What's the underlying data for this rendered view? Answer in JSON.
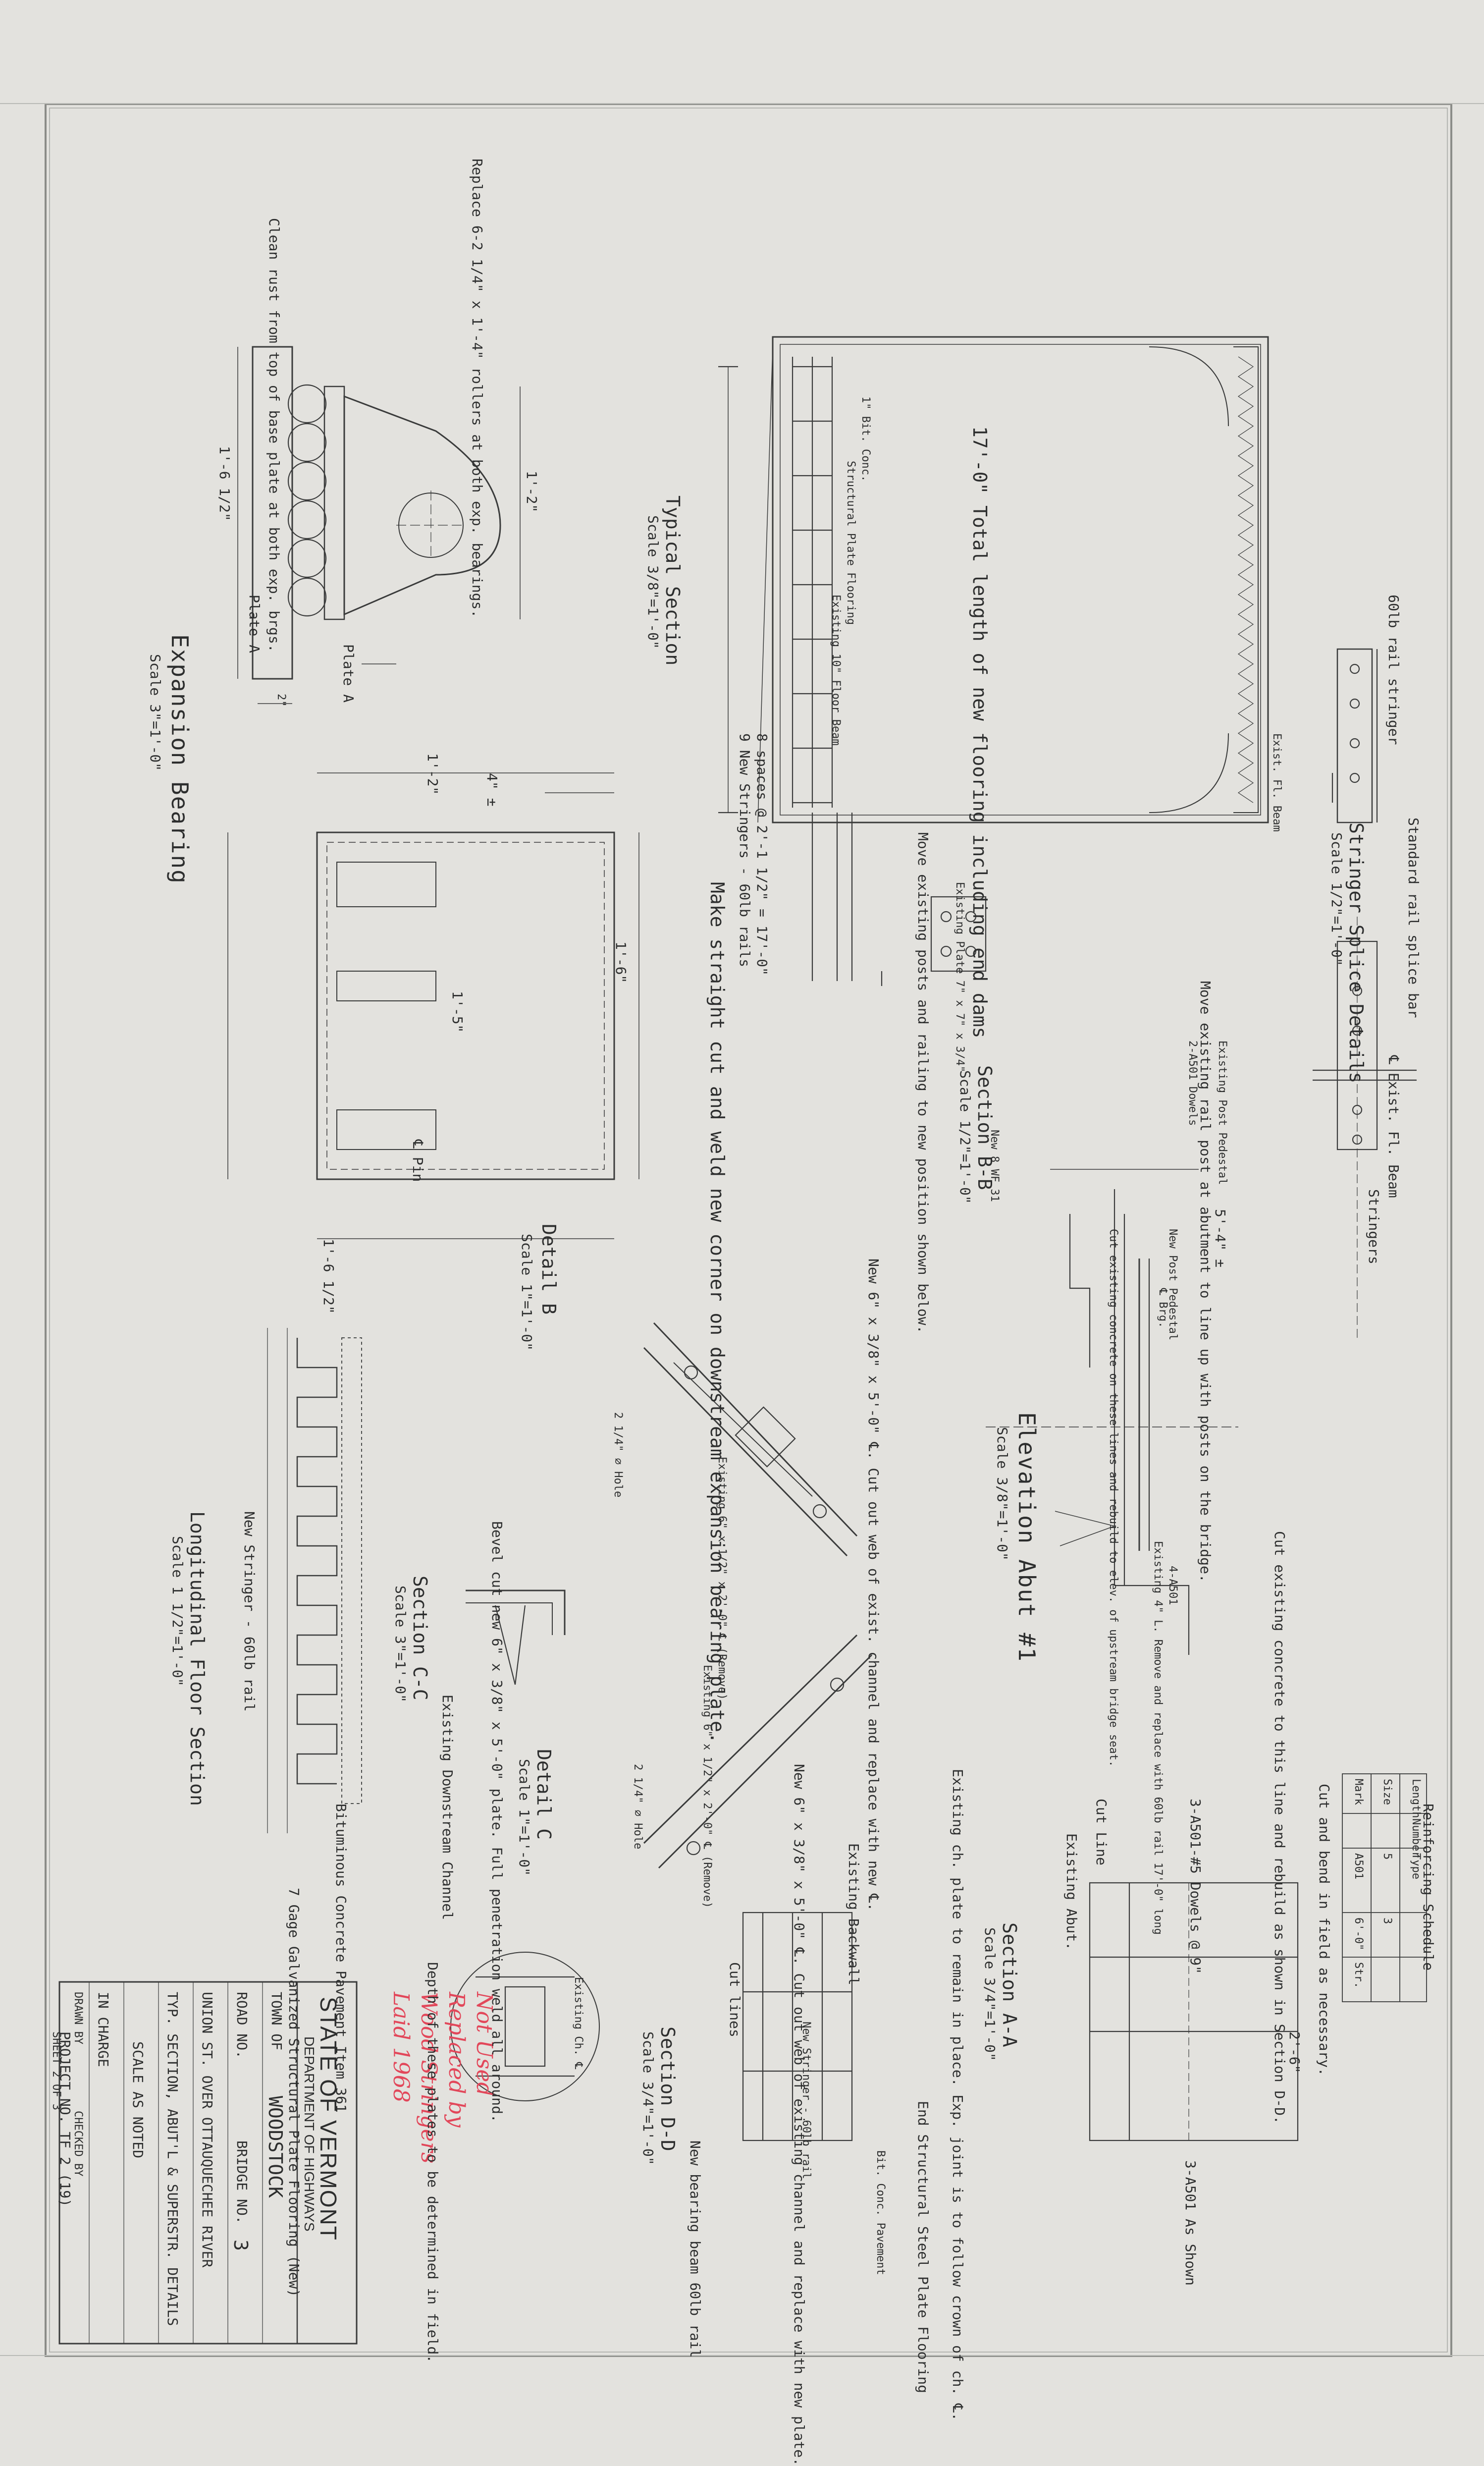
{
  "title_block": {
    "state": "STATE OF VERMONT",
    "department": "DEPARTMENT OF HIGHWAYS",
    "town_label": "TOWN OF",
    "town": "WOODSTOCK",
    "road_label": "ROAD NO.",
    "road": "",
    "bridge_label": "BRIDGE NO.",
    "bridge": "3",
    "location": "UNION ST. OVER OTTAUQUECHEE RIVER",
    "drawing_title": "TYP. SECTION, ABUT'L & SUPERSTR. DETAILS",
    "scale": "SCALE AS NOTED",
    "in_charge": "IN CHARGE",
    "drawn_by": "DRAWN BY",
    "checked_by": "CHECKED BY",
    "project": "PROJECT NO. TF 2 (19)",
    "sheet": "SHEET 2 OF 3"
  },
  "views": {
    "stringer_splice": {
      "title": "Stringer Splice Details",
      "scale": "Scale 1/2\"=1'-0\""
    },
    "typical_section": {
      "title": "Typical Section",
      "scale": "Scale 3/8\"=1'-0\""
    },
    "expansion_bearing": {
      "title": "Expansion Bearing",
      "scale": "Scale 3\"=1'-0\""
    },
    "section_bb": {
      "title": "Section B-B",
      "scale": "Scale 1/2\"=1'-0\""
    },
    "elevation_abut": {
      "title": "Elevation Abut #1",
      "scale": "Scale 3/8\"=1'-0\""
    },
    "detail_b": {
      "title": "Detail B",
      "scale": "Scale 1\"=1'-0\""
    },
    "section_cc": {
      "title": "Section C-C",
      "scale": "Scale 3\"=1'-0\""
    },
    "detail_c": {
      "title": "Detail C",
      "scale": "Scale 1\"=1'-0\""
    },
    "longitudinal_floor": {
      "title": "Longitudinal Floor Section",
      "scale": "Scale 1 1/2\"=1'-0\""
    },
    "section_aa": {
      "title": "Section A-A",
      "scale": "Scale 3/4\"=1'-0\""
    },
    "section_dd": {
      "title": "Section D-D",
      "scale": "Scale 3/4\"=1'-0\""
    }
  },
  "reinforcing_schedule": {
    "title": "Reinforcing Schedule",
    "headers": [
      "Mark",
      "Size",
      "Length",
      "Number",
      "Type"
    ],
    "rows": [
      [
        "A501",
        "5",
        "6'-0\"",
        "3",
        "Str."
      ]
    ],
    "note": "Cut and bend in field as necessary."
  },
  "notes": {
    "replace_rollers": "Replace 6-2 1/4\" x 1'-4\" rollers at both exp. bearings.",
    "clean_rust": "Clean rust from top of base plate at both exp. brgs.",
    "plate_a": "Plate A",
    "dim_1_2": "1'-2\"",
    "dim_1_6_half": "1'-6 1/2\"",
    "dim_2": "2\"",
    "dim_1_2b": "1'-2\"",
    "dim_1_5": "1'-5\"",
    "dim_1_6": "1'-6\"",
    "dim_1_6_2": "1'-6 1/2\"",
    "dim_4": "4\" ±",
    "pin": "℄ Pin",
    "total_length": "17'-0\" Total length of new flooring including end dams",
    "new_stringers": "9 New Stringers - 60lb rails",
    "spaces": "8 spaces @ 2'-1 1/2\" = 17'-0\"",
    "existing_floor_beam": "Existing 10\" Floor Beam",
    "bit_conc": "1\" Bit. Conc.",
    "structural_plate": "Structural Plate Flooring",
    "move_posts": "Move existing posts and railing to new position shown below.",
    "straight_cut": "Make straight cut and weld new corner on downstream expansion bearing plate.",
    "move_rail_post": "Move existing rail post at abutment to line up with posts on the bridge.",
    "rail_stringer": "60lb rail stringer",
    "splice_bar": "Standard rail splice bar",
    "exist_fl_beam": "Exist. Fl. Beam",
    "exist_fl_beam_2": "℄ Exist. Fl. Beam",
    "stringers": "Stringers",
    "new_8wf31": "New 8 WF 31",
    "existing_plate": "Existing Plate 7\" x 7\" x 3/4\"",
    "cut_concrete": "Cut existing concrete to this line and rebuild as shown in Section D-D.",
    "existing_4l": "Existing 4\" L. Remove and replace with 60lb rail 17'-0\" long",
    "new_channel_b": "New 6\" x 3/8\" x 5'-0\" ℄. Cut out web of exist. channel and replace with new ℄.",
    "existing_pl_b": "Existing 6\" x 1/2\" x 2'-0\" ℄ (Remove)",
    "holes": "2 1/4\" ∅ Hole",
    "bevel_cut": "Bevel cut new 6\" x 3/8\" x 5'-0\" plate. Full penetration weld all around.",
    "existing_channel": "Existing Downstream Channel",
    "new_channel_c": "New 6\" x 3/8\" x 5'-0\" ℄. Cut out web of existing channel and replace with new plate.",
    "existing_pl_c": "Existing 6\" x 1/2\" x 2'-0\" ℄ (Remove)",
    "new_stringer_floor": "New Stringer - 60lb rail",
    "bituminous": "Bituminous Concrete Pavement Item 361",
    "galvanized": "7 Gage Galvanized Structural Plate Flooring (New)",
    "plates_depth": "Depth of these plates to be determined in field.",
    "existing_ch": "Existing Ch. ℄",
    "existing_ch_plate": "Existing ch. plate to remain in place. Exp. joint is to follow crown of ch. ℄.",
    "existing_backwall": "Existing Backwall",
    "cut_lines": "Cut lines",
    "end_structural": "End Structural Steel Plate Flooring",
    "bit_conc_pavement": "Bit. Conc. Pavement",
    "new_stringer_dd": "New Stringer - 60lb rail",
    "new_bearing_beam": "New bearing beam 60lb rail",
    "cut_line": "Cut Line",
    "existing_abut": "Existing Abut.",
    "dowels": "3-A501-#5 Dowels @ 9\"",
    "dim_2_6": "2'-6\"",
    "a501": "3-A501 As Shown",
    "existing_post": "Existing Post Pedestal",
    "dowels_2": "2-A501 Dowels",
    "new_post": "New Post Pedestal",
    "cut_existing": "Cut existing concrete on these lines and rebuild to elev. of upstream bridge seat.",
    "dim_5_4": "5'-4\" ±",
    "brg": "℄ Brg.",
    "a501_2": "4-A501"
  },
  "stamp": [
    "Not Used",
    "Replaced by",
    "Wood Stringers",
    "Laid 1968"
  ]
}
